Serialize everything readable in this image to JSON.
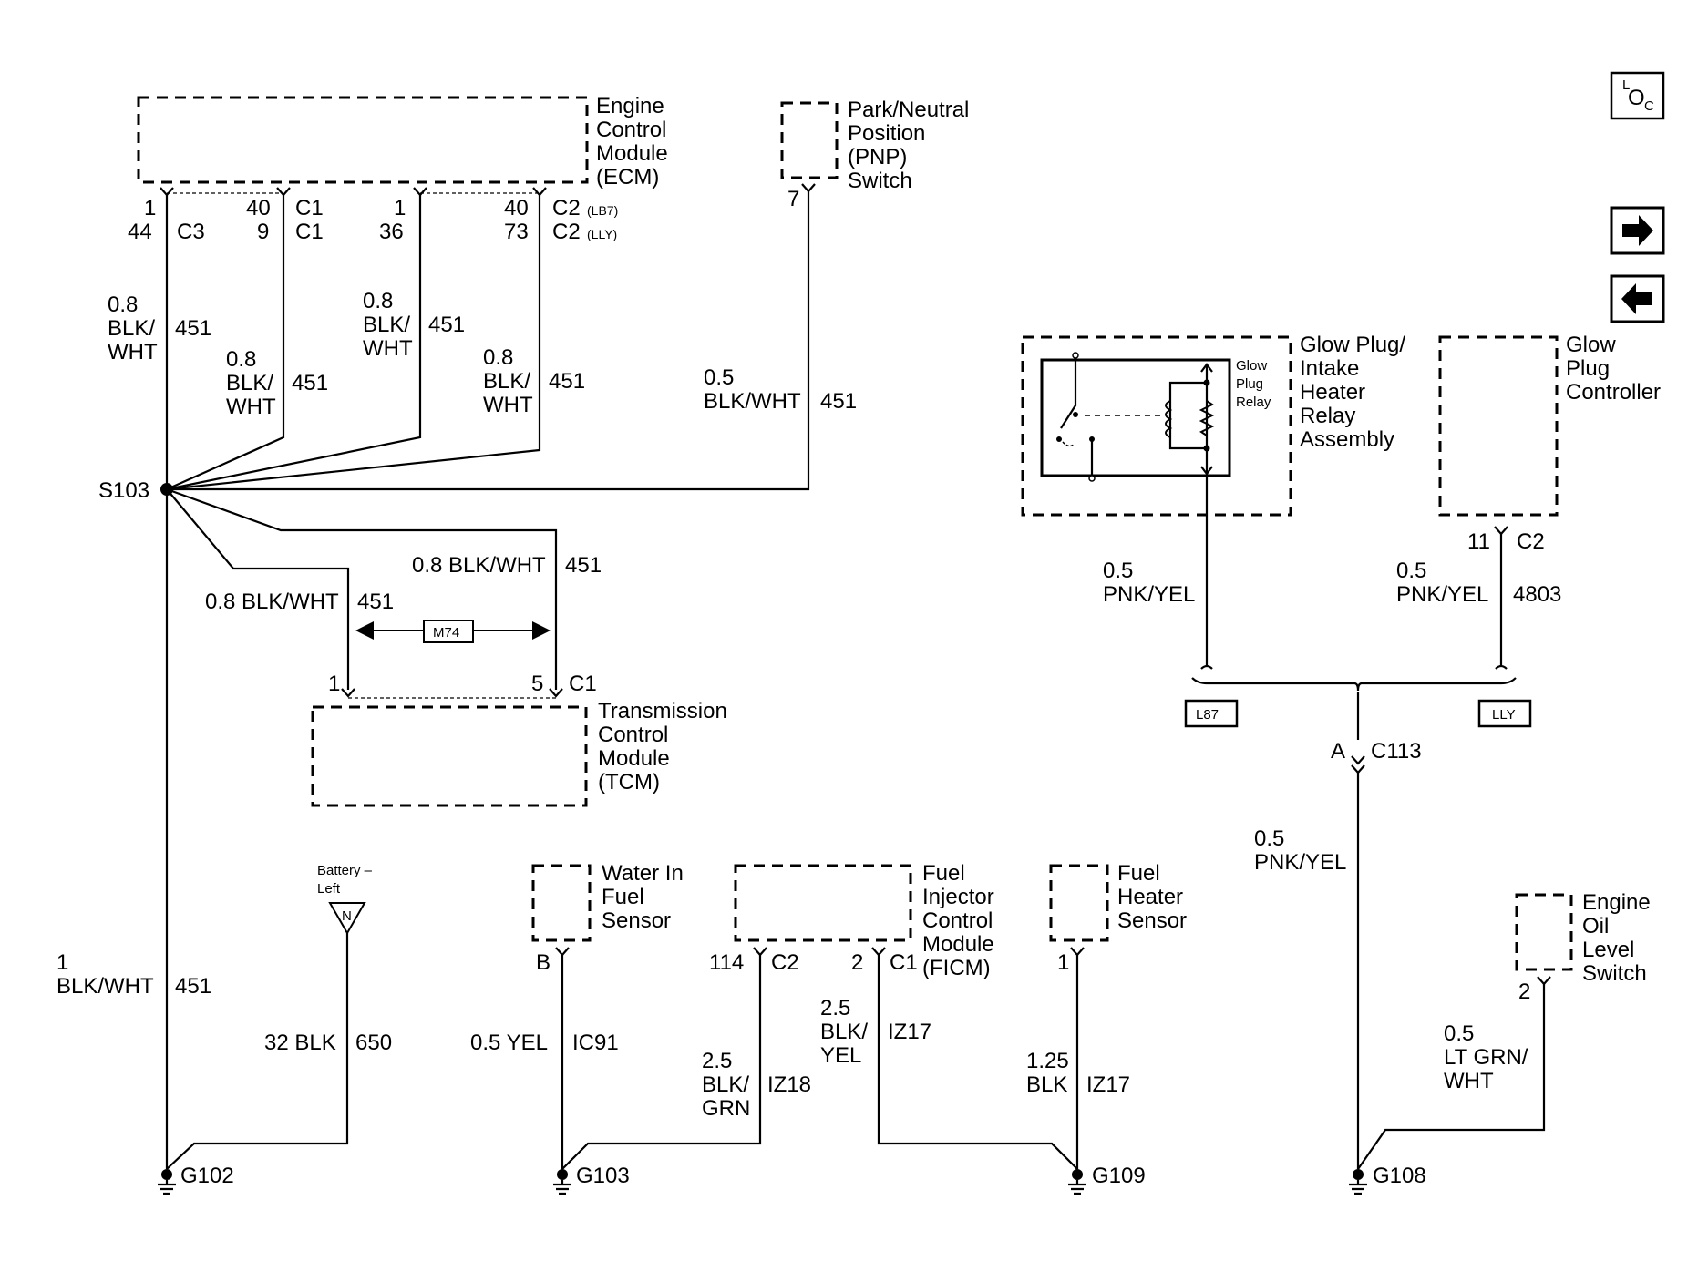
{
  "components": {
    "ecm": {
      "lines": [
        "Engine",
        "Control",
        "Module",
        "(ECM)"
      ]
    },
    "pnp": {
      "lines": [
        "Park/Neutral",
        "Position",
        "(PNP)",
        "Switch"
      ]
    },
    "glow_relay": {
      "lines": [
        "Glow Plug/",
        "Intake",
        "Heater",
        "Relay",
        "Assembly"
      ],
      "inner": [
        "Glow",
        "Plug",
        "Relay"
      ]
    },
    "glow_ctrl": {
      "lines": [
        "Glow",
        "Plug",
        "Controller"
      ]
    },
    "tcm": {
      "lines": [
        "Transmission",
        "Control",
        "Module",
        "(TCM)"
      ]
    },
    "water_sensor": {
      "lines": [
        "Water In",
        "Fuel",
        "Sensor"
      ]
    },
    "ficm": {
      "lines": [
        "Fuel",
        "Injector",
        "Control",
        "Module",
        "(FICM)"
      ]
    },
    "fuel_heater": {
      "lines": [
        "Fuel",
        "Heater",
        "Sensor"
      ]
    },
    "oil_switch": {
      "lines": [
        "Engine",
        "Oil",
        "Level",
        "Switch"
      ]
    },
    "battery": {
      "lines": [
        "Battery –",
        "Left"
      ],
      "symbol": "N"
    }
  },
  "connectors": {
    "ecm_a": {
      "pins": [
        "1",
        "44"
      ],
      "conn": "C3"
    },
    "ecm_b": {
      "pins": [
        "40",
        "9"
      ],
      "conns": [
        "C1",
        "C1"
      ]
    },
    "ecm_c": {
      "pins": [
        "1",
        "36"
      ]
    },
    "ecm_d": {
      "pins": [
        "40",
        "73"
      ],
      "conns": [
        "C2",
        "C2"
      ],
      "variants": [
        "(LB7)",
        "(LLY)"
      ]
    },
    "pnp": {
      "pin": "7"
    },
    "glow_ctrl": {
      "pin": "11",
      "conn": "C2"
    },
    "tcm": {
      "pins": [
        "1",
        "5"
      ],
      "conn": "C1"
    },
    "c113": {
      "pin": "A",
      "conn": "C113"
    },
    "water": {
      "pin": "B"
    },
    "ficm": {
      "pins": [
        "114",
        "2"
      ],
      "conns": [
        "C2",
        "C1"
      ]
    },
    "heater": {
      "pin": "1"
    },
    "oil": {
      "pin": "2"
    }
  },
  "wires": {
    "w1": {
      "gauge": "0.8",
      "color_lines": [
        "BLK/",
        "WHT"
      ],
      "circuit": "451"
    },
    "w2": {
      "gauge": "0.8",
      "color_lines": [
        "BLK/",
        "WHT"
      ],
      "circuit": "451"
    },
    "w3": {
      "gauge": "0.8",
      "color_lines": [
        "BLK/",
        "WHT"
      ],
      "circuit": "451"
    },
    "w4": {
      "gauge": "0.8",
      "color_lines": [
        "BLK/",
        "WHT"
      ],
      "circuit": "451"
    },
    "pnp": {
      "gauge": "0.5",
      "color": "BLK/WHT",
      "circuit": "451"
    },
    "tcm1": {
      "text": "0.8 BLK/WHT",
      "circuit": "451"
    },
    "tcm5": {
      "text": "0.8 BLK/WHT",
      "circuit": "451"
    },
    "main": {
      "gauge": "1",
      "color": "BLK/WHT",
      "circuit": "451"
    },
    "battery": {
      "text": "32 BLK",
      "circuit": "650"
    },
    "relay": {
      "gauge": "0.5",
      "color": "PNK/YEL"
    },
    "ctrl": {
      "gauge": "0.5",
      "color": "PNK/YEL",
      "circuit": "4803"
    },
    "c113": {
      "gauge": "0.5",
      "color": "PNK/YEL"
    },
    "water": {
      "text": "0.5 YEL",
      "circuit": "IC91"
    },
    "ficm114": {
      "gauge": "2.5",
      "color_lines": [
        "BLK/",
        "GRN"
      ],
      "circuit": "IZ18"
    },
    "ficm2": {
      "gauge": "2.5",
      "color_lines": [
        "BLK/",
        "YEL"
      ],
      "circuit": "IZ17"
    },
    "heater": {
      "gauge": "1.25",
      "color": "BLK",
      "circuit": "IZ17"
    },
    "oil": {
      "gauge": "0.5",
      "color_lines": [
        "LT GRN/",
        "WHT"
      ]
    }
  },
  "splice": "S103",
  "grounds": [
    "G102",
    "G103",
    "G109",
    "G108"
  ],
  "options": {
    "m74": "M74",
    "l87": "L87",
    "lly": "LLY"
  },
  "nav": {
    "loc": {
      "l": "L",
      "o": "O",
      "c": "C"
    },
    "forward_icon": "arrow-right-icon",
    "back_icon": "arrow-left-icon"
  }
}
